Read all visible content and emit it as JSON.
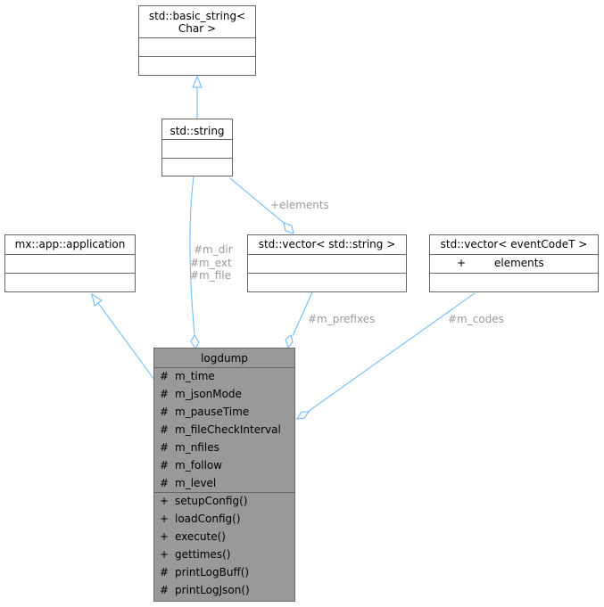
{
  "classes": {
    "basic_string": {
      "title_line1": "std::basic_string<",
      "title_line2": "Char >"
    },
    "string": {
      "title": "std::string"
    },
    "application": {
      "title": "mx::app::application"
    },
    "vector_string": {
      "title": "std::vector< std::string >"
    },
    "vector_eventcode": {
      "title": "std::vector< eventCodeT >",
      "attributes": [
        {
          "visibility": "+",
          "name": "elements"
        }
      ]
    },
    "logdump": {
      "title": "logdump",
      "attributes": [
        {
          "visibility": "#",
          "name": "m_time"
        },
        {
          "visibility": "#",
          "name": "m_jsonMode"
        },
        {
          "visibility": "#",
          "name": "m_pauseTime"
        },
        {
          "visibility": "#",
          "name": "m_fileCheckInterval"
        },
        {
          "visibility": "#",
          "name": "m_nfiles"
        },
        {
          "visibility": "#",
          "name": "m_follow"
        },
        {
          "visibility": "#",
          "name": "m_level"
        }
      ],
      "methods": [
        {
          "visibility": "+",
          "name": "setupConfig()"
        },
        {
          "visibility": "+",
          "name": "loadConfig()"
        },
        {
          "visibility": "+",
          "name": "execute()"
        },
        {
          "visibility": "+",
          "name": "gettimes()"
        },
        {
          "visibility": "#",
          "name": "printLogBuff()"
        },
        {
          "visibility": "#",
          "name": "printLogJson()"
        }
      ]
    }
  },
  "edge_labels": {
    "elements": "+elements",
    "m_dir": "#m_dir",
    "m_ext": "#m_ext",
    "m_file": "#m_file",
    "m_prefixes": "#m_prefixes",
    "m_codes": "#m_codes"
  },
  "colors": {
    "edge": "#63b8ff",
    "box_border": "#666666",
    "main_fill": "#999999",
    "label": "#9a9a9a"
  }
}
